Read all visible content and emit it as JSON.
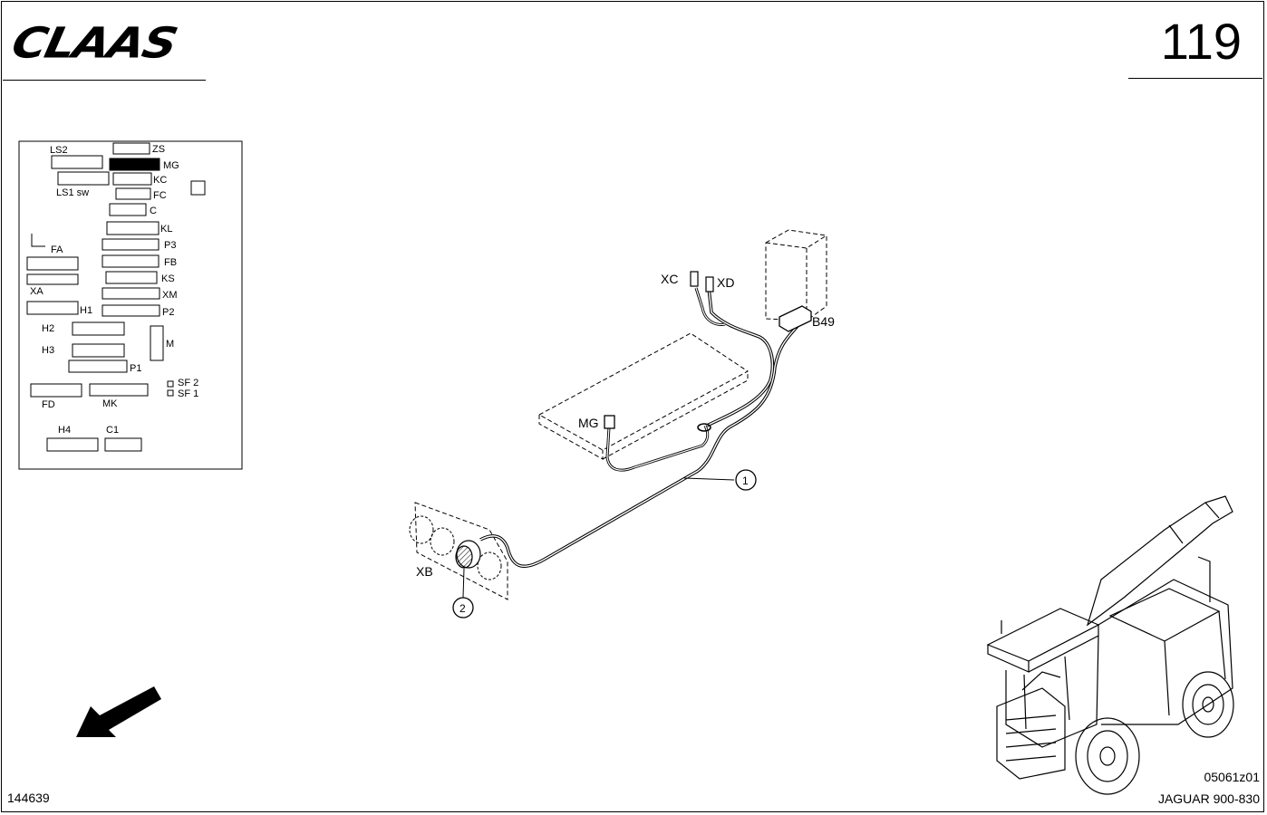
{
  "header": {
    "brand": "CLAAS",
    "page_number": "119"
  },
  "footer": {
    "doc_id": "144639",
    "figure_code": "05061z01",
    "model": "JAGUAR 900-830"
  },
  "panel_labels": {
    "ls2": "LS2",
    "zs": "ZS",
    "mg": "MG",
    "ls1sw": "LS1 sw",
    "kc": "KC",
    "fc": "FC",
    "c": "C",
    "kl": "KL",
    "fa": "FA",
    "p3": "P3",
    "fb": "FB",
    "ks": "KS",
    "xa": "XA",
    "xm": "XM",
    "h1": "H1",
    "p2": "P2",
    "h2": "H2",
    "m": "M",
    "h3": "H3",
    "p1": "P1",
    "sf2": "SF 2",
    "sf1": "SF 1",
    "fd": "FD",
    "mk": "MK",
    "h4": "H4",
    "c1": "C1"
  },
  "diagram_labels": {
    "xc": "XC",
    "xd": "XD",
    "b49": "B49",
    "mg": "MG",
    "xb": "XB",
    "callout_1": "1",
    "callout_2": "2"
  },
  "colors": {
    "ink": "#000000",
    "highlight_fill": "#000000",
    "paper": "#ffffff"
  }
}
